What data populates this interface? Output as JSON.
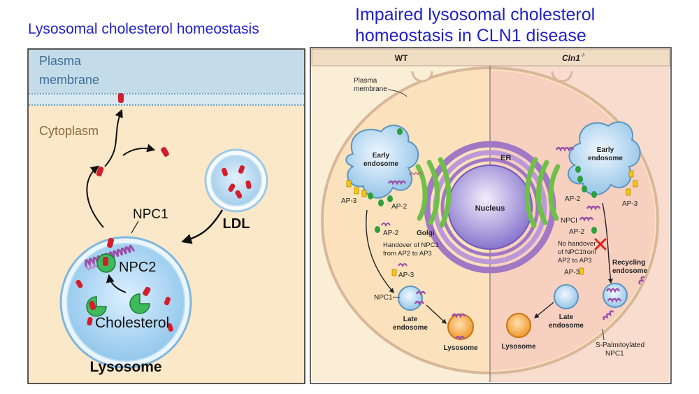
{
  "left_panel": {
    "title": "Lysosomal cholesterol homeostasis",
    "plasma_membrane_line1": "Plasma",
    "plasma_membrane_line2": "membrane",
    "cytoplasm": "Cytoplasm",
    "npc1": "NPC1",
    "npc2": "NPC2",
    "ldl": "LDL",
    "cholesterol": "Cholesterol",
    "lysosome": "Lysosome"
  },
  "right_panel": {
    "title_line1": "Impaired lysosomal cholesterol",
    "title_line2": "homeostasis in CLN1 disease",
    "wt": "WT",
    "cln1": "Cln1",
    "cln1_sup": "-/-",
    "plasma_membrane_line1": "Plasma",
    "plasma_membrane_line2": "membrane",
    "early_endosome_line1": "Early",
    "early_endosome_line2": "endosome",
    "er": "ER",
    "golgi": "Golgi",
    "nucleus": "Nucleus",
    "ap3": "AP-3",
    "ap2": "AP-2",
    "npc1": "NPC1",
    "npci": "NPCI",
    "handover_line1": "Handover of NPC1",
    "handover_line2": "from AP2 to AP3",
    "no_handover_line1": "No handover",
    "no_handover_line2": "of NPC1from",
    "no_handover_line3": "AP2 to AP3",
    "late_endosome_line1": "Late",
    "late_endosome_line2": "endosome",
    "lysosome": "Lysosome",
    "recycling_line1": "Recycling",
    "recycling_line2": "endosome",
    "spalm_line1": "S-Palmitoylated",
    "spalm_line2": "NPC1"
  },
  "colors": {
    "title": "#1f1fc8",
    "plasma_membrane": "#b8d4e6",
    "cytoplasm_left": "#fbe8c8",
    "cytoplasm_wt": "#fbe3b8",
    "cytoplasm_cln1": "#f9d5c4",
    "lysosome_fill": "#a9d4ee",
    "npc1_purple": "#9b4fa8",
    "cholesterol_red": "#d21e2c",
    "npc2_green": "#3dbb5b",
    "golgi_green": "#6fbf4a",
    "er_purple": "#a078c4",
    "nucleus": "#8f7bd3",
    "ap3_yellow": "#f5c518",
    "ap2_green": "#2e9e3e",
    "cross_red": "#e02020",
    "lysosome_orange": "#f5a23a"
  }
}
